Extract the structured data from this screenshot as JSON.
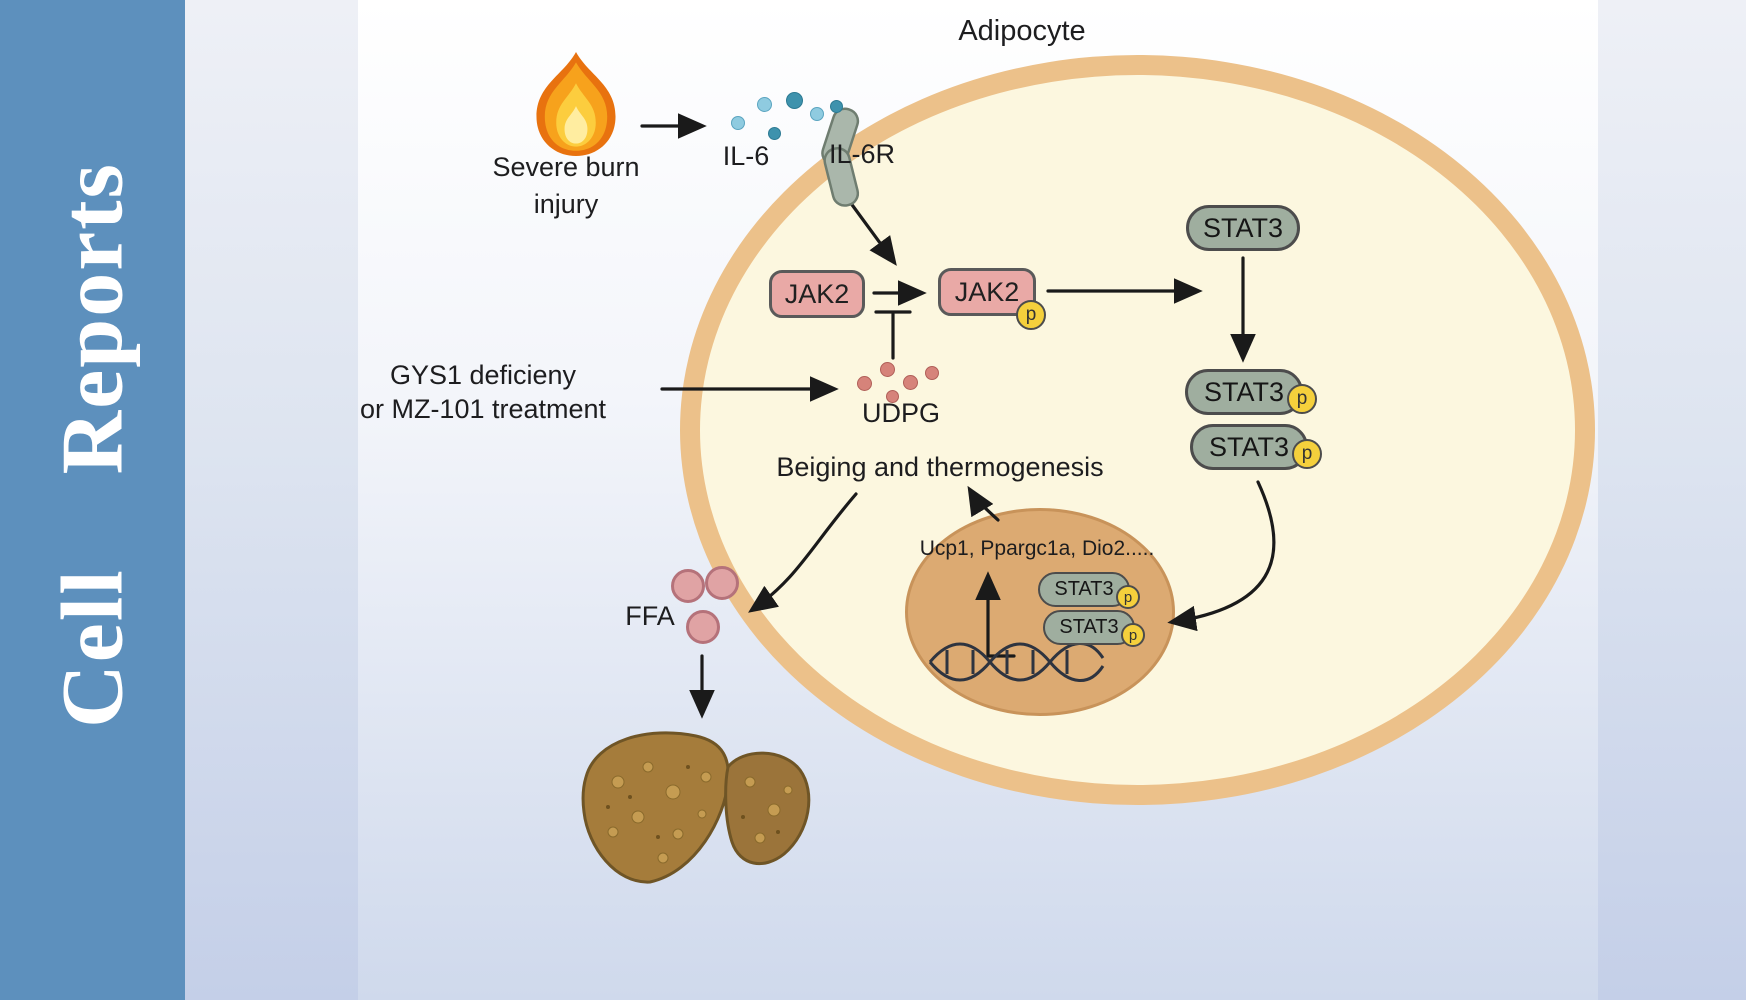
{
  "journal": {
    "title": "Cell Reports"
  },
  "labels": {
    "adipocyte": "Adipocyte",
    "burn_line1": "Severe burn",
    "burn_line2": "injury",
    "il6": "IL-6",
    "il6r": "IL-6R",
    "jak2": "JAK2",
    "phospho": "p",
    "stat3": "STAT3",
    "gys1_line1": "GYS1 deficieny",
    "gys1_line2": "or MZ-101 treatment",
    "udpg": "UDPG",
    "beiging": "Beiging and thermogenesis",
    "genes": "Ucp1, Ppargc1a, Dio2.....",
    "ffa": "FFA"
  },
  "colors": {
    "sidebar_blue": "#5d90bd",
    "cell_border_tan": "#ecc18a",
    "cell_fill_cream": "#fcf7df",
    "nucleus_tan": "#dcaa72",
    "jak2_pink": "#e9a9a6",
    "stat3_green": "#9fae9f",
    "phospho_yellow": "#f5d03c",
    "il6_blue": "#8fcbe0",
    "udpg_salmon": "#d6837a",
    "ffa_pink": "#e0a3a4",
    "liver_brown": "#a57c3b"
  }
}
